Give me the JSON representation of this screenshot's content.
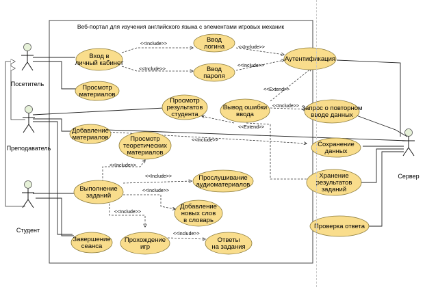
{
  "diagram": {
    "title": "Веб-портал для изучения английского языка с элементами игровых механик",
    "colors": {
      "usecase_fill": "#f9dd8c",
      "usecase_stroke": "#8a7a3a",
      "actor_head": "#e6f1d8",
      "line": "#222222"
    },
    "actors": [
      {
        "id": "visitor",
        "label": "Посетитель"
      },
      {
        "id": "teacher",
        "label": "Преподаватель"
      },
      {
        "id": "student",
        "label": "Студент"
      },
      {
        "id": "server",
        "label": "Сервер"
      }
    ],
    "usecases": [
      {
        "id": "login",
        "lines": [
          "Вход в",
          "личный кабинет"
        ]
      },
      {
        "id": "enter-login",
        "lines": [
          "Ввод",
          "логина"
        ]
      },
      {
        "id": "enter-password",
        "lines": [
          "Ввод",
          "пароля"
        ]
      },
      {
        "id": "auth",
        "lines": [
          "Аутентификация"
        ]
      },
      {
        "id": "view-materials",
        "lines": [
          "Просмотр",
          "материалов"
        ]
      },
      {
        "id": "view-results",
        "lines": [
          "Просмотр",
          "результатов",
          "студента"
        ]
      },
      {
        "id": "error",
        "lines": [
          "Вывод ошибки",
          "ввода"
        ]
      },
      {
        "id": "retry",
        "lines": [
          "Запрос о повторном",
          "вводе данных"
        ]
      },
      {
        "id": "add-materials",
        "lines": [
          "Добавление",
          "материалов"
        ]
      },
      {
        "id": "save-data",
        "lines": [
          "Сохранение",
          "данных"
        ]
      },
      {
        "id": "theory",
        "lines": [
          "Просмотр",
          "теоретических",
          "материалов"
        ]
      },
      {
        "id": "store-results",
        "lines": [
          "Хранение",
          "результатов",
          "заданий"
        ]
      },
      {
        "id": "tasks",
        "lines": [
          "Выполнение",
          "заданий"
        ]
      },
      {
        "id": "audio",
        "lines": [
          "Прослушивание",
          "аудиоматериалов"
        ]
      },
      {
        "id": "add-words",
        "lines": [
          "Добавление",
          "новых слов",
          "в словарь"
        ]
      },
      {
        "id": "check",
        "lines": [
          "Проверка ответа"
        ]
      },
      {
        "id": "end-session",
        "lines": [
          "Завершение",
          "сеанса"
        ]
      },
      {
        "id": "games",
        "lines": [
          "Прохождение",
          "игр"
        ]
      },
      {
        "id": "answers",
        "lines": [
          "Ответы",
          "на задания"
        ]
      }
    ],
    "relations": {
      "include": "<<Include>>",
      "include_lc": "<<include>>",
      "extend": "<<Extend>>"
    }
  }
}
